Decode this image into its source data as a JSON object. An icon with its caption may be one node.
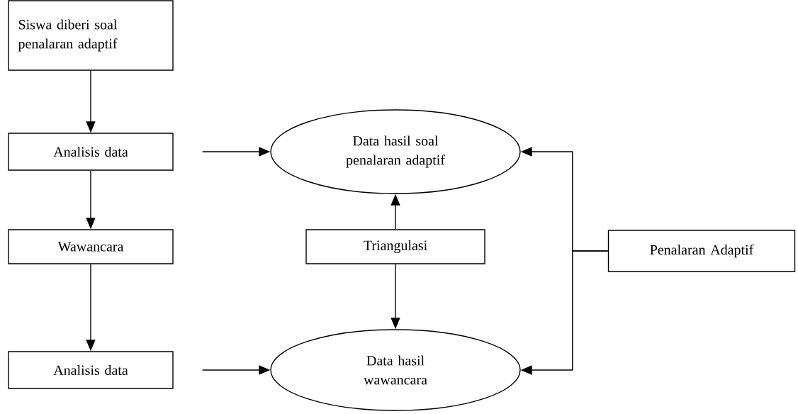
{
  "diagram": {
    "nodes": [
      {
        "text": [
          "Siswa diberi soal penalaran adaptif"
        ]
      },
      {
        "text": [
          "Analisis data"
        ]
      },
      {
        "text": [
          "Wawancara"
        ]
      },
      {
        "text": [
          "Analisis data"
        ]
      },
      {
        "text": [
          "Data hasil soal penalaran adaptif"
        ]
      },
      {
        "text": [
          "Triangulasi"
        ]
      },
      {
        "text": [
          "Data hasil wawancara"
        ]
      },
      {
        "text": [
          "Penalaran Adaptif"
        ]
      }
    ],
    "edges": [
      {
        "from": 0,
        "to": 1,
        "arrow": "to"
      },
      {
        "from": 1,
        "to": 2,
        "arrow": "to"
      },
      {
        "from": 2,
        "to": 3,
        "arrow": "to"
      },
      {
        "from": 1,
        "to": 4,
        "arrow": "to"
      },
      {
        "from": 3,
        "to": 6,
        "arrow": "to"
      },
      {
        "from": 5,
        "to": 4,
        "arrow": "to"
      },
      {
        "from": 5,
        "to": 6,
        "arrow": "to"
      },
      {
        "from": 7,
        "to": 4,
        "arrow": "to"
      },
      {
        "from": 7,
        "to": 6,
        "arrow": "to"
      }
    ]
  }
}
